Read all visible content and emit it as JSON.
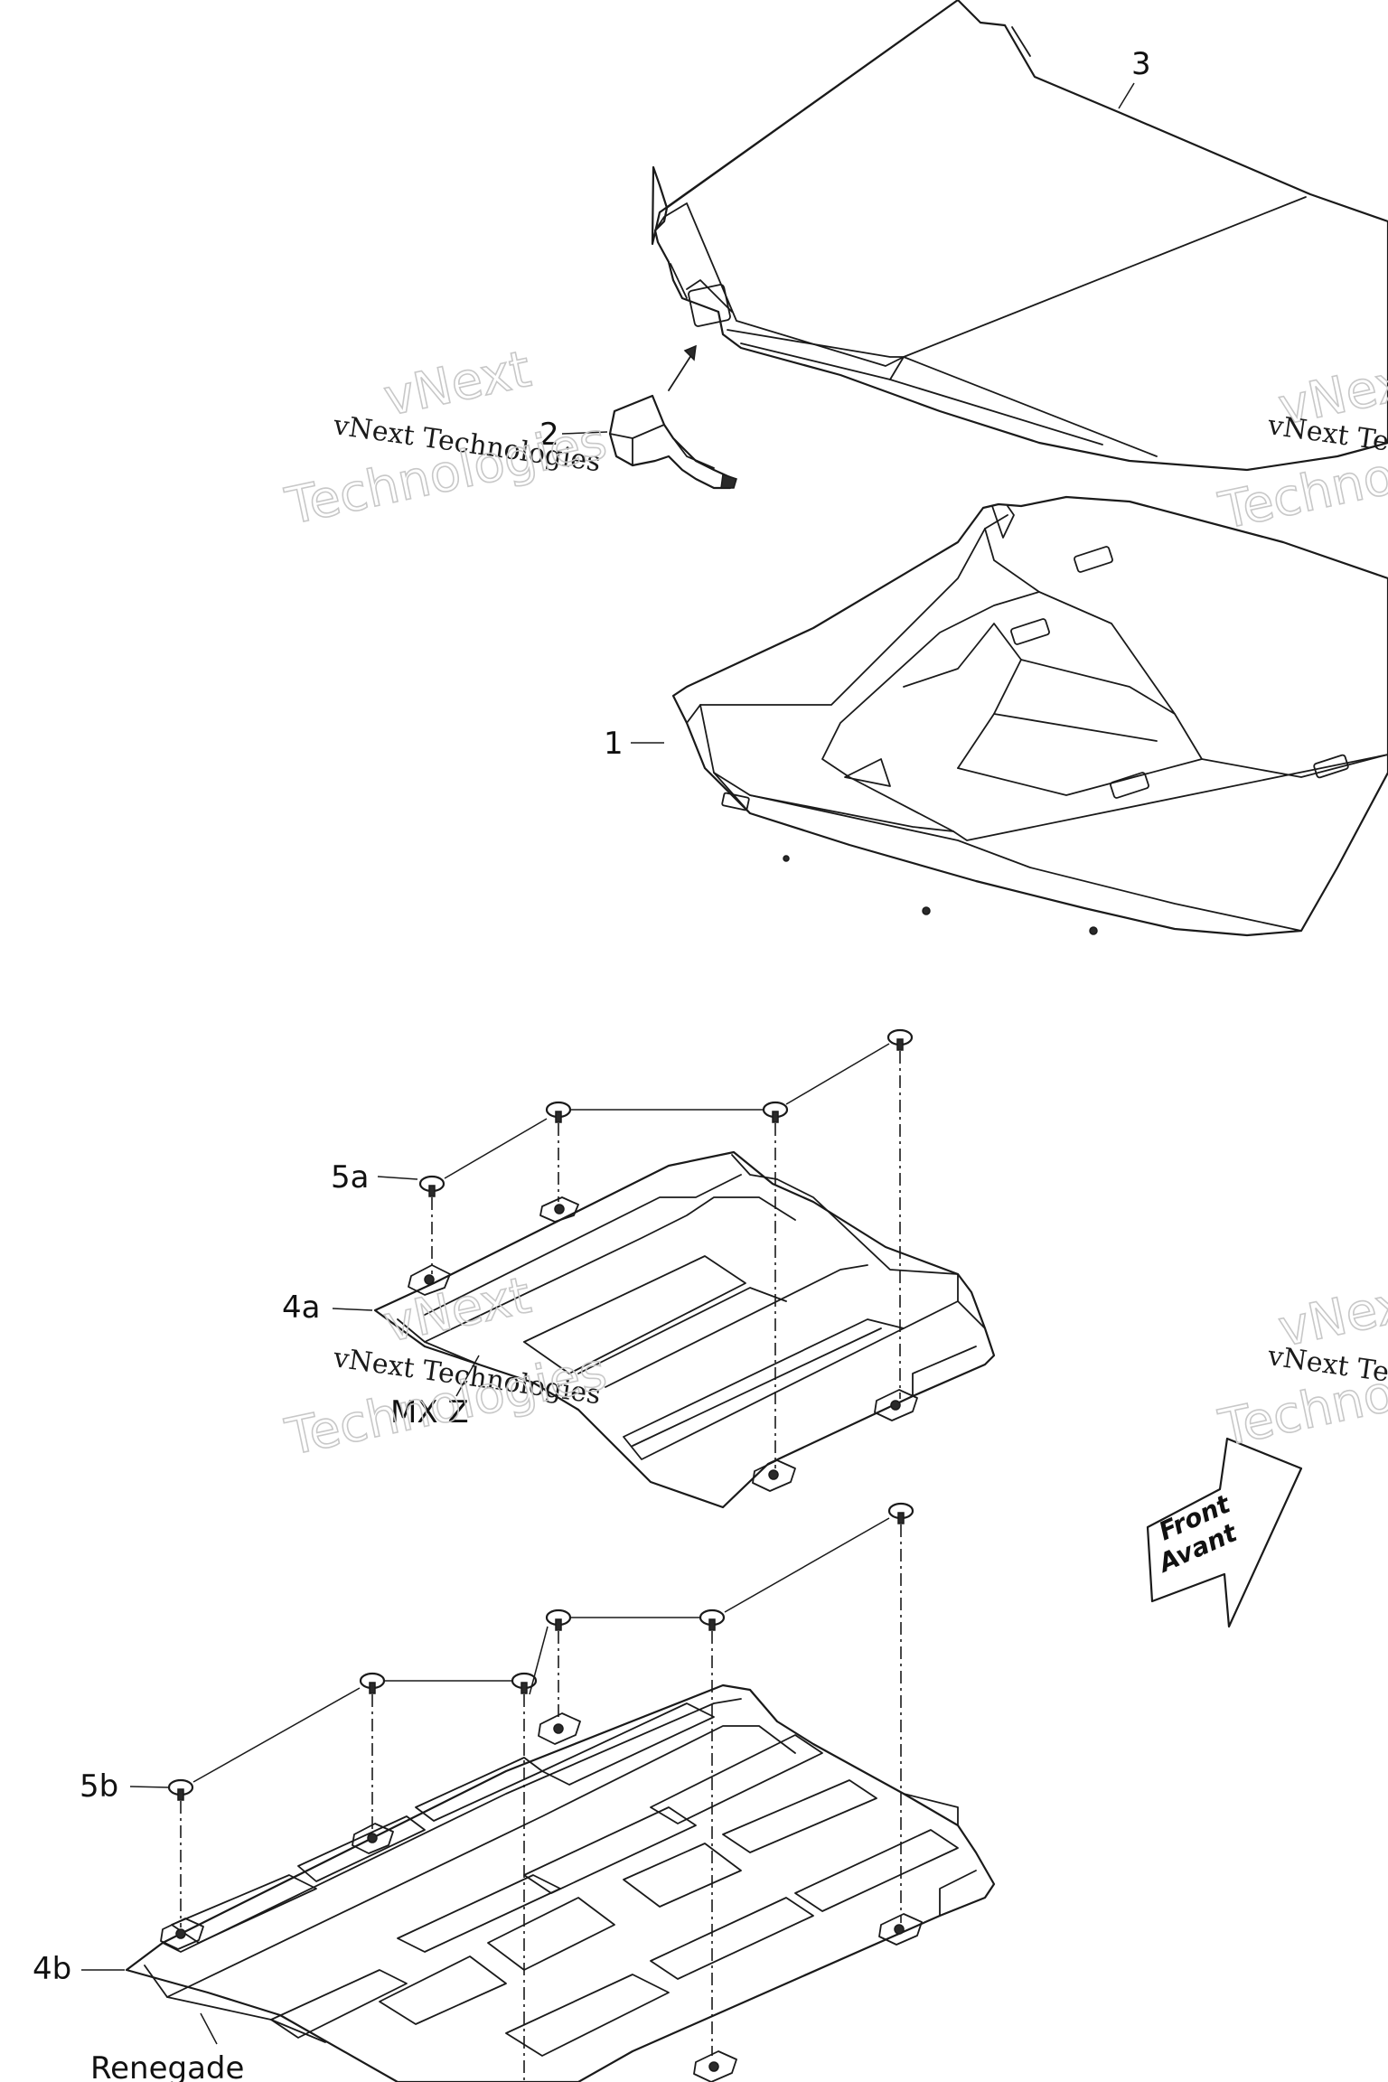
{
  "callouts": {
    "c1": "1",
    "c2": "2",
    "c3": "3",
    "c4a": "4a",
    "c5a": "5a",
    "c4b": "4b",
    "c5b": "5b"
  },
  "models": {
    "mxz": "MX Z",
    "renegade": "Renegade"
  },
  "direction": {
    "line1": "Front",
    "line2": "Avant"
  },
  "watermark": {
    "company": "vNext Technologies",
    "outline_top": "vNext",
    "outline_bottom": "Technologies"
  }
}
